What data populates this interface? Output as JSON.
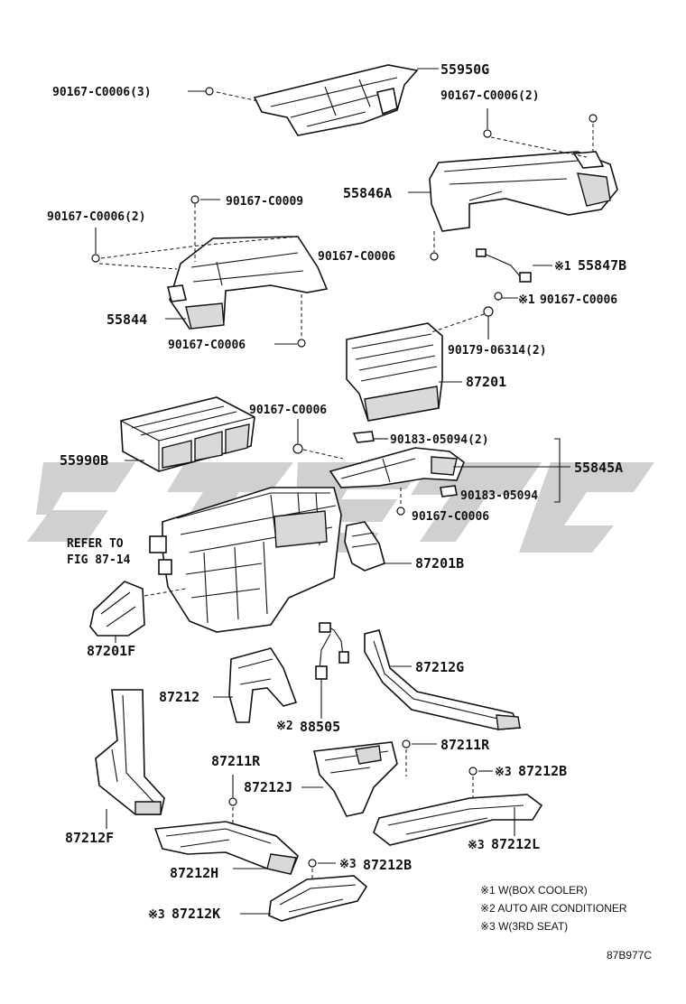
{
  "labels": {
    "l_55950G": "55950G",
    "l_90167_C0006_3": "90167-C0006(3)",
    "l_90167_C0006_2_top": "90167-C0006(2)",
    "l_55846A": "55846A",
    "l_90167_C0009": "90167-C0009",
    "l_90167_C0006_2_left": "90167-C0006(2)",
    "l_90167_C0006_mid": "90167-C0006",
    "l_55847B": "55847B",
    "l_90167_C0006_x1": "90167-C0006",
    "l_55844": "55844",
    "l_90167_C0006_low": "90167-C0006",
    "l_90179_06314": "90179-06314(2)",
    "l_87201": "87201",
    "l_90167_C0006_c": "90167-C0006",
    "l_90183_05094_2": "90183-05094(2)",
    "l_55990B": "55990B",
    "l_55845A": "55845A",
    "l_90183_05094": "90183-05094",
    "l_90167_C0006_d": "90167-C0006",
    "l_refer1": "REFER TO",
    "l_refer2": "FIG 87-14",
    "l_87201B": "87201B",
    "l_87201F": "87201F",
    "l_87212G": "87212G",
    "l_87212": "87212",
    "l_88505": "88505",
    "l_87211R_right": "87211R",
    "l_87211R_left": "87211R",
    "l_87212J": "87212J",
    "l_87212B_top": "87212B",
    "l_87212F": "87212F",
    "l_87212L": "87212L",
    "l_87212H": "87212H",
    "l_87212B_low": "87212B",
    "l_87212K": "87212K"
  },
  "markers": {
    "x1": "※1",
    "x2": "※2",
    "x3": "※3"
  },
  "notes": [
    "※1 W(BOX COOLER)",
    "※2 AUTO AIR CONDITIONER",
    "※3 W(3RD SEAT)"
  ],
  "figure_code": "87B977C"
}
